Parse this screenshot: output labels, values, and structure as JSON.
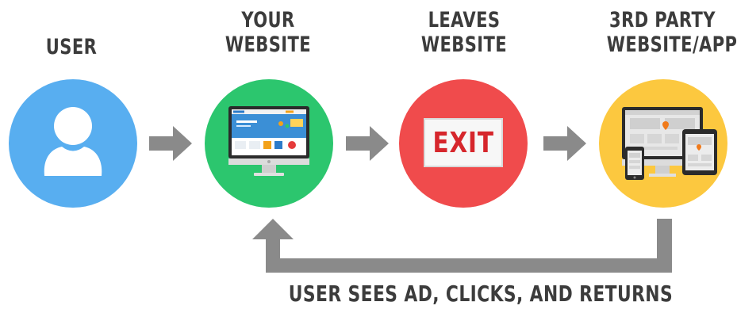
{
  "steps": [
    {
      "label_lines": [
        "USER"
      ],
      "circle_color": "#58aef0",
      "icon": "user-icon"
    },
    {
      "label_lines": [
        "YOUR",
        "WEBSITE"
      ],
      "circle_color": "#2cc66e",
      "icon": "desktop-monitor-icon"
    },
    {
      "label_lines": [
        "LEAVES",
        "WEBSITE"
      ],
      "circle_color": "#f04b4c",
      "icon": "exit-sign-icon"
    },
    {
      "label_lines": [
        "3RD PARTY",
        "WEBSITE/APP"
      ],
      "circle_color": "#fcc83f",
      "icon": "multi-device-icon"
    }
  ],
  "exit_sign_text": "EXIT",
  "return_label": "USER SEES AD, CLICKS, AND RETURNS",
  "colors": {
    "arrow": "#8a8a8a",
    "text": "#3c3c3c",
    "exit_red": "#d6262c"
  }
}
